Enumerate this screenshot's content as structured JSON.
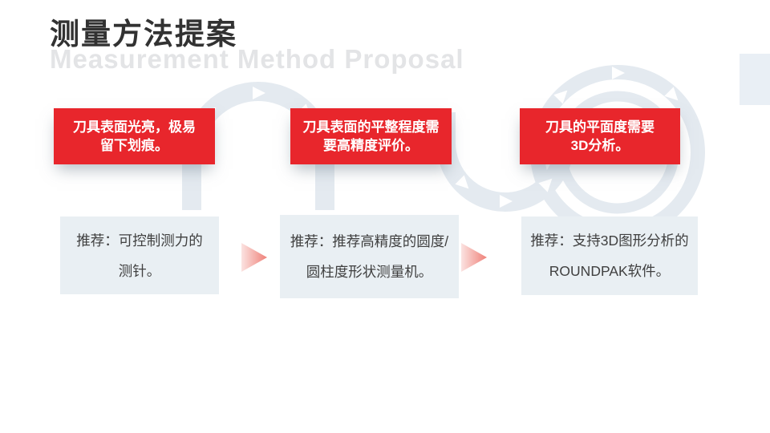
{
  "header": {
    "title": "测量方法提案",
    "subtitle": "Measurement Method Proposal"
  },
  "colors": {
    "accent_red": "#e8262c",
    "panel_light": "#e9eff3",
    "decor_gray": "#e4eaf0",
    "chevron_white": "#ffffff",
    "arrow_gradient_start": "#fbe3e1",
    "arrow_gradient_end": "#ef8078",
    "title_dark": "#323232",
    "subtitle_gray": "#e3e4e6"
  },
  "steps": [
    {
      "problem_lines": [
        "刀具表面光亮，极易",
        "留下划痕。"
      ],
      "recommendation_lines": [
        "推荐：可控制测力的",
        "测针。"
      ]
    },
    {
      "problem_lines": [
        "刀具表面的平整程度需",
        "要高精度评价。"
      ],
      "recommendation_lines": [
        "推荐：推荐高精度的圆度/",
        "圆柱度形状测量机。"
      ]
    },
    {
      "problem_lines": [
        "刀具的平面度需要",
        "3D分析。"
      ],
      "recommendation_lines": [
        "推荐：支持3D图形分析的",
        "ROUNDPAK软件。"
      ]
    }
  ]
}
